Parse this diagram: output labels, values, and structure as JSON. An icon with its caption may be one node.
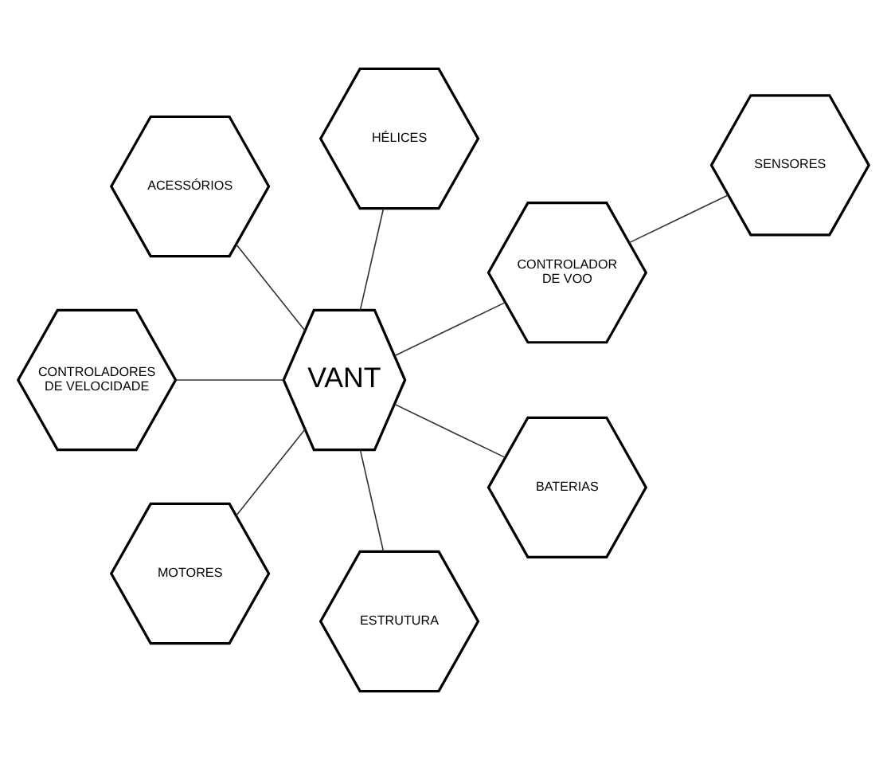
{
  "diagram": {
    "nodes": [
      {
        "text": [
          "VANT"
        ]
      },
      {
        "text": [
          "CONTROLADOR DE VOO"
        ]
      },
      {
        "text": [
          "SENSORES"
        ]
      },
      {
        "text": [
          "HÉLICES"
        ]
      },
      {
        "text": [
          "ACESSÓRIOS"
        ]
      },
      {
        "text": [
          "CONTROLADORES DE VELOCIDADE"
        ]
      },
      {
        "text": [
          "MOTORES"
        ]
      },
      {
        "text": [
          "ESTRUTURA"
        ]
      },
      {
        "text": [
          "BATERIAS"
        ]
      }
    ],
    "edges": [
      {
        "from": 0,
        "to": 1,
        "arrow": "none"
      },
      {
        "from": 1,
        "to": 2,
        "arrow": "none"
      },
      {
        "from": 0,
        "to": 3,
        "arrow": "none"
      },
      {
        "from": 0,
        "to": 4,
        "arrow": "none"
      },
      {
        "from": 0,
        "to": 5,
        "arrow": "none"
      },
      {
        "from": 0,
        "to": 6,
        "arrow": "none"
      },
      {
        "from": 0,
        "to": 7,
        "arrow": "none"
      },
      {
        "from": 0,
        "to": 8,
        "arrow": "none"
      }
    ]
  }
}
